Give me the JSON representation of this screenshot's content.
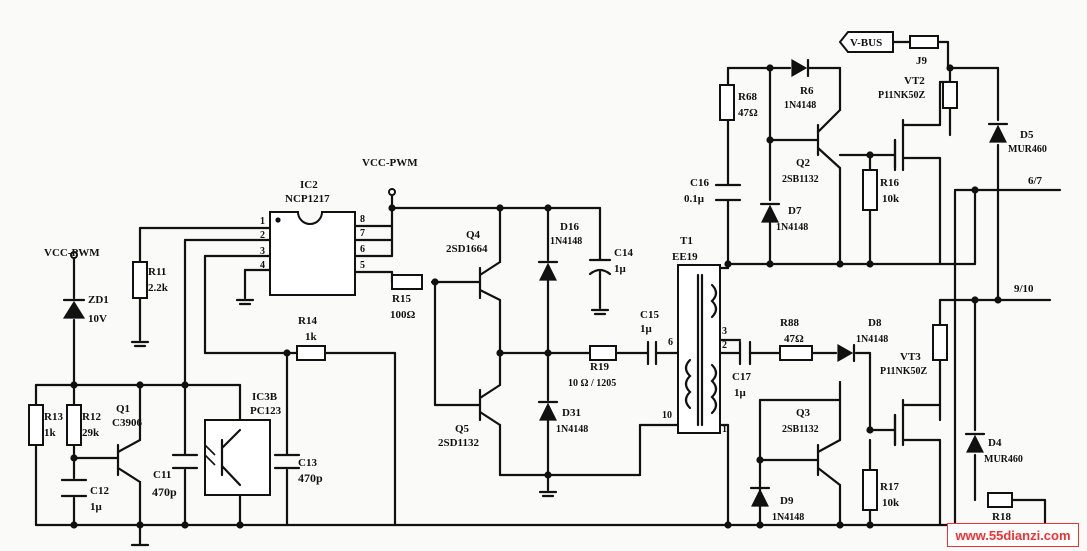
{
  "labels": {
    "vcc_pwm_left": "VCC-PWM",
    "vcc_pwm_top": "VCC-PWM",
    "ic2_ref": "IC2",
    "ic2_part": "NCP1217",
    "pin1": "1",
    "pin2": "2",
    "pin3": "3",
    "pin4": "4",
    "pin8": "8",
    "pin7": "7",
    "pin6": "6",
    "pin5": "5",
    "r11": "R11",
    "r11v": "2.2k",
    "zd1": "ZD1",
    "zd1v": "10V",
    "r13": "R13",
    "r13v": "1k",
    "r12": "R12",
    "r12v": "29k",
    "q1": "Q1",
    "q1p": "C3906",
    "c12": "C12",
    "c12v": "1μ",
    "c11": "C11",
    "c11v": "470p",
    "ic3b": "IC3B",
    "ic3bp": "PC123",
    "c13": "C13",
    "c13v": "470p",
    "r14": "R14",
    "r14v": "1k",
    "r15": "R15",
    "r15v": "100Ω",
    "q4": "Q4",
    "q4p": "2SD1664",
    "q5": "Q5",
    "q5p": "2SD1132",
    "d16": "D16",
    "d16p": "1N4148",
    "d31": "D31",
    "d31p": "1N4148",
    "c14": "C14",
    "c14v": "1μ",
    "r19": "R19",
    "r19v": "10 Ω / 1205",
    "c15": "C15",
    "c15v": "1μ",
    "c16": "C16",
    "c16v": "0.1μ",
    "t1": "T1",
    "t1p": "EE19",
    "tp6": "6",
    "tp10": "10",
    "tp3": "3",
    "tp2": "2",
    "tp1": "1",
    "r68": "R68",
    "r68v": "47Ω",
    "r6": "R6",
    "r6p": "1N4148",
    "q2": "Q2",
    "q2p": "2SB1132",
    "d7": "D7",
    "d7p": "1N4148",
    "r16": "R16",
    "r16v": "10k",
    "vt2": "VT2",
    "vt2p": "P11NK50Z",
    "d5": "D5",
    "d5p": "MUR460",
    "vbus": "V-BUS",
    "j9": "J9",
    "out67": "6/7",
    "out910": "9/10",
    "r88": "R88",
    "r88v": "47Ω",
    "d8": "D8",
    "d8p": "1N4148",
    "c17": "C17",
    "c17v": "1μ",
    "vt3": "VT3",
    "vt3p": "P11NK50Z",
    "q3": "Q3",
    "q3p": "2SB1132",
    "r17": "R17",
    "r17v": "10k",
    "d9": "D9",
    "d9p": "1N4148",
    "d4": "D4",
    "d4p": "MUR460",
    "r18": "R18",
    "watermark": "www.55dianzi.com"
  }
}
